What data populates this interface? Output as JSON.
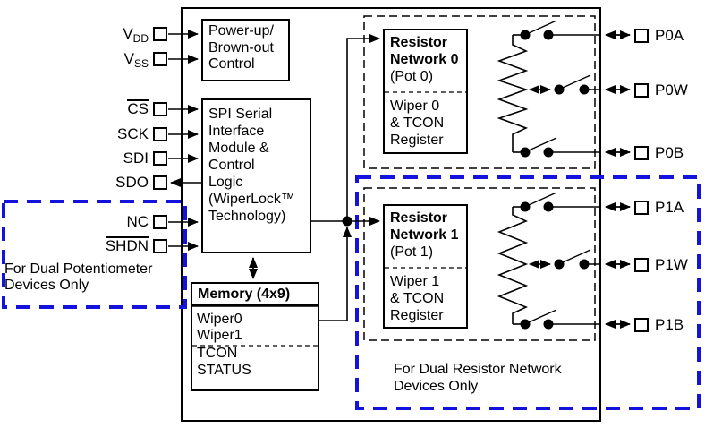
{
  "diagram": {
    "colors": {
      "annotation_blue": "#1313dd",
      "line_black": "#000000"
    },
    "pins_left": [
      {
        "label": "V",
        "sub": "DD",
        "overline": false
      },
      {
        "label": "V",
        "sub": "SS",
        "overline": false
      },
      {
        "label": "CS",
        "sub": "",
        "overline": true
      },
      {
        "label": "SCK",
        "sub": "",
        "overline": false
      },
      {
        "label": "SDI",
        "sub": "",
        "overline": false
      },
      {
        "label": "SDO",
        "sub": "",
        "overline": false
      },
      {
        "label": "NC",
        "sub": "",
        "overline": false
      },
      {
        "label": "SHDN",
        "sub": "",
        "overline": true
      }
    ],
    "pins_right": [
      {
        "label": "P0A"
      },
      {
        "label": "P0W"
      },
      {
        "label": "P0B"
      },
      {
        "label": "P1A"
      },
      {
        "label": "P1W"
      },
      {
        "label": "P1B"
      }
    ],
    "blocks": {
      "power": {
        "lines": [
          "Power-up/",
          "Brown-out",
          "Control"
        ]
      },
      "spi": {
        "lines": [
          "SPI Serial",
          "Interface",
          "Module &",
          "Control",
          "Logic",
          "(WiperLock™",
          "Technology)"
        ]
      },
      "memory": {
        "title": "Memory (4x9)",
        "wipers": [
          "Wiper0",
          "Wiper1"
        ],
        "regs": [
          "TCON",
          "STATUS"
        ]
      },
      "rn0": {
        "title": [
          "Resistor",
          "Network 0"
        ],
        "pot": "(Pot 0)",
        "body": [
          "Wiper 0",
          "& TCON",
          "Register"
        ]
      },
      "rn1": {
        "title": [
          "Resistor",
          "Network 1"
        ],
        "pot": "(Pot 1)",
        "body": [
          "Wiper 1",
          "& TCON",
          "Register"
        ]
      }
    },
    "notes": {
      "dual_pot": [
        "For Dual Potentiometer",
        "Devices Only"
      ],
      "dual_network": [
        "For Dual Resistor Network",
        "Devices Only"
      ]
    }
  }
}
